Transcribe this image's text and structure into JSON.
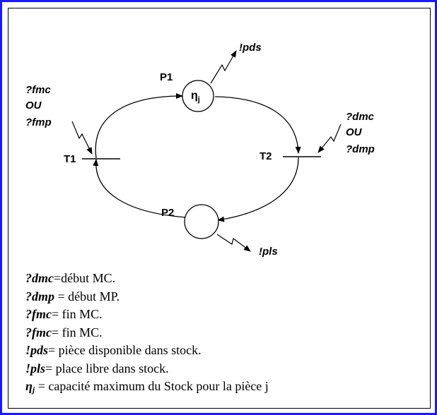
{
  "diagram": {
    "places": [
      {
        "id": "P1",
        "label": "P1",
        "token_label": "η",
        "token_sub": "j"
      },
      {
        "id": "P2",
        "label": "P2"
      }
    ],
    "transitions": [
      {
        "id": "T1",
        "label": "T1"
      },
      {
        "id": "T2",
        "label": "T2"
      }
    ],
    "signals": {
      "t1_input": [
        "?fmc",
        "OU",
        "?fmp"
      ],
      "t2_input": [
        "?dmc",
        "OU",
        "?dmp"
      ],
      "p1_output": "!pds",
      "p2_output": "!pls"
    }
  },
  "legend": [
    {
      "term": "?dmc",
      "text": "=début MC."
    },
    {
      "term": "?dmp",
      "text": " = début MP."
    },
    {
      "term": "?fmc",
      "text": "= fin MC."
    },
    {
      "term": "?fmc",
      "text": "= fin MC."
    },
    {
      "term": "!pds",
      "text": "= pièce disponible dans stock."
    },
    {
      "term": "!pls",
      "text": "= place libre dans stock."
    },
    {
      "term": "η",
      "sub": "j",
      "text": " = capacité maximum du Stock pour la pièce j"
    }
  ]
}
